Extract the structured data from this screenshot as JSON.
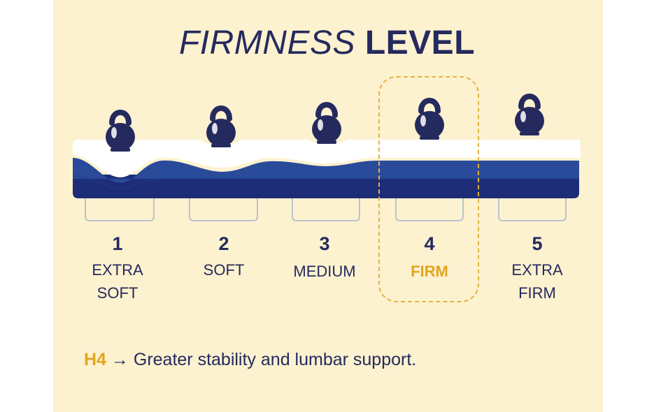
{
  "title": {
    "light": "FIRMNESS",
    "bold": "LEVEL"
  },
  "levels": [
    {
      "number": "1",
      "label_line1": "EXTRA",
      "label_line2": "SOFT"
    },
    {
      "number": "2",
      "label_line1": "SOFT",
      "label_line2": ""
    },
    {
      "number": "3",
      "label_line1": "MEDIUM",
      "label_line2": ""
    },
    {
      "number": "4",
      "label_line1": "FIRM",
      "label_line2": ""
    },
    {
      "number": "5",
      "label_line1": "EXTRA",
      "label_line2": "FIRM"
    }
  ],
  "highlighted_level": "4",
  "note": {
    "code": "H4",
    "arrow": "→",
    "text": "Greater stability and lumbar support."
  },
  "colors": {
    "background": "#fdf2cf",
    "navy": "#252a5e",
    "accent": "#e3a51f",
    "foam_top": "#ffffff",
    "foam_mid": "#2a4a9a",
    "foam_bottom": "#1d2d78"
  },
  "icons": [
    "kettlebell-icon",
    "mattress-base-icon"
  ]
}
